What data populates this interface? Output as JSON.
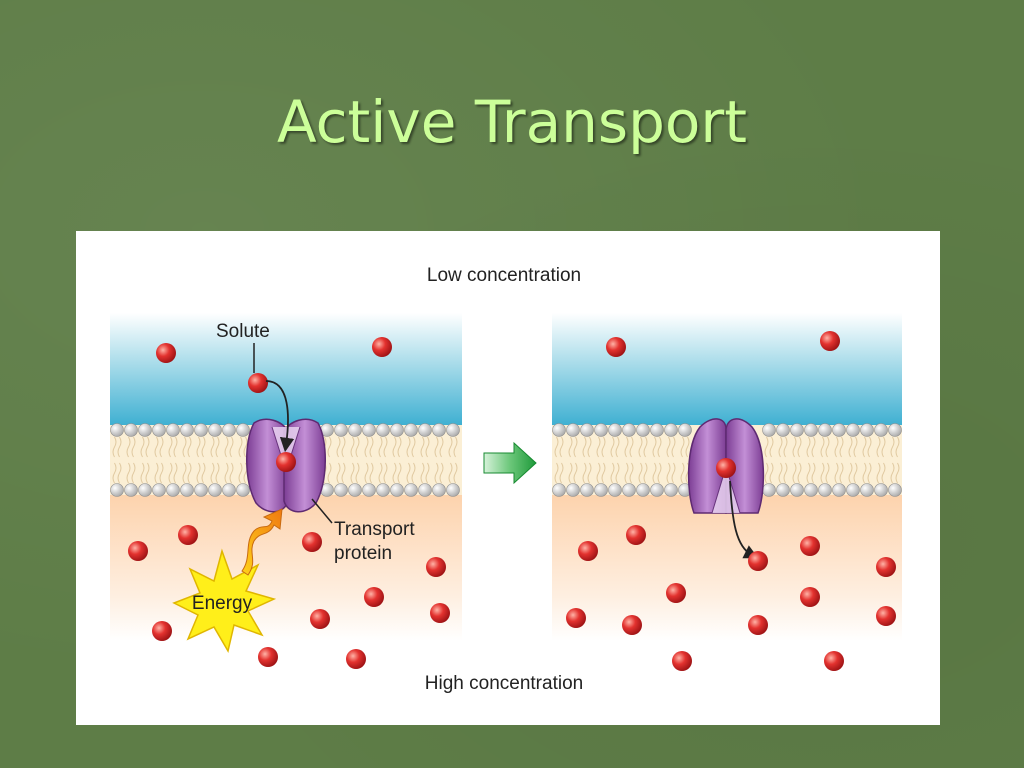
{
  "slide": {
    "title": "Active Transport",
    "background_color": "#5e7d47",
    "title_color": "#ccff99"
  },
  "diagram": {
    "top_label": "Low concentration",
    "bottom_label": "High concentration",
    "solute_label": "Solute",
    "protein_label_line1": "Transport",
    "protein_label_line2": "protein",
    "energy_label": "Energy",
    "colors": {
      "extracellular": "#5bb8d6",
      "intracellular": "#fde4c8",
      "membrane": "#fbefd5",
      "phospholipid_head": "#c9c9c9",
      "solute": "#d8282a",
      "protein": "#9d5fb0",
      "energy": "#ffee1a",
      "arrow": "#3aa84d"
    }
  }
}
